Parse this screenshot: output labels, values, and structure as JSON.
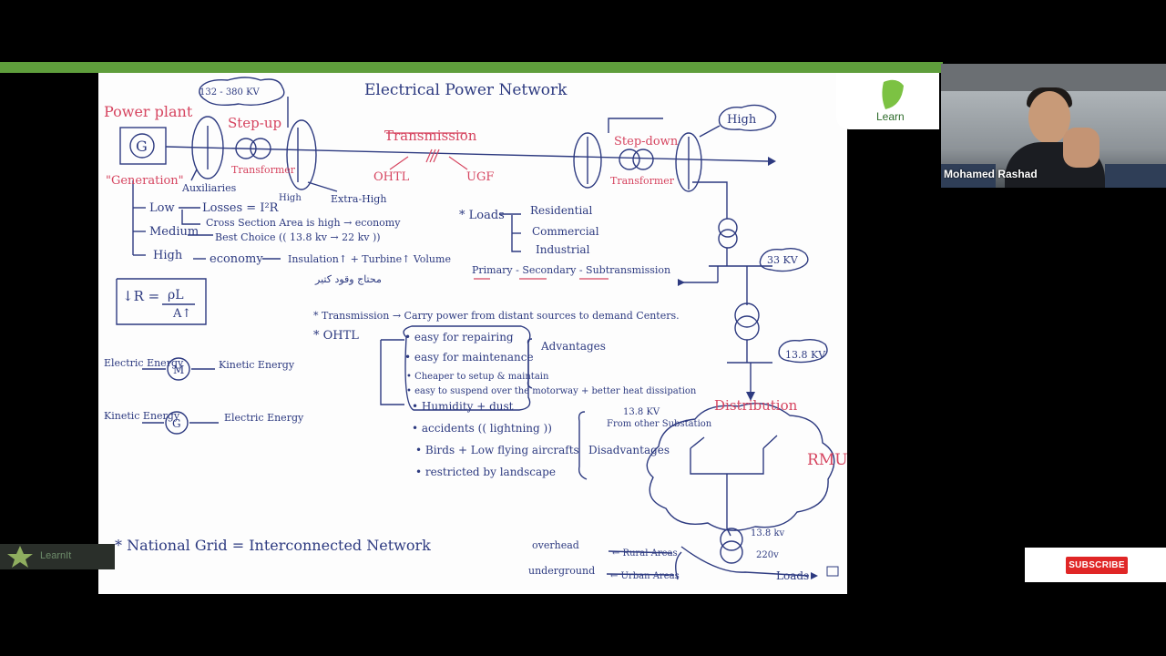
{
  "board": {
    "title": "Electrical Power Network",
    "power_plant": "Power plant",
    "generator": "G",
    "generation": "\"Generation\"",
    "auxiliaries": "Auxiliaries",
    "step_up": "Step-up",
    "step_up_transformer": "Transformer",
    "kv_132_380": "132 - 380 KV",
    "high_small": "High",
    "extra_high": "Extra-High",
    "transmission": "Transmission",
    "ohtl": "OHTL",
    "ugf": "UGF",
    "step_down": "Step-down",
    "step_down_transformer": "Transformer",
    "high_bubble": "High",
    "voltage_low": "Low",
    "voltage_medium": "Medium",
    "voltage_high": "High",
    "losses": "Losses = I²R",
    "cross_section": "Cross Section Area is high → economy",
    "best_choice": "Best Choice (( 13.8 kv → 22 kv ))",
    "economy": "economy",
    "insulation": "Insulation↑ + Turbine↑ Volume",
    "arabic_note": "محتاج وقود كتير",
    "resistance_formula_left": "↓R =",
    "resistance_formula_num": "ρL",
    "resistance_formula_den": "A↑",
    "loads_title": "* Loads",
    "loads_residential": "Residential",
    "loads_commercial": "Commercial",
    "loads_industrial": "Industrial",
    "primary_secondary": "Primary - Secondary - Subtransmission",
    "kv_33": "33 KV",
    "kv_13_8": "13.8 KV",
    "transmission_def": "* Transmission → Carry power from distant sources to demand Centers.",
    "ohtl_star": "* OHTL",
    "adv_1": "• easy for repairing",
    "adv_2": "• easy for maintenance",
    "adv_3": "• Cheaper to setup & maintain",
    "adv_4": "• easy to suspend over the motorway + better heat dissipation",
    "advantages": "Advantages",
    "dis_1": "• Humidity + dust",
    "dis_2": "• accidents (( lightning ))",
    "dis_3": "• Birds + Low flying aircrafts",
    "dis_4": "• restricted by landscape",
    "disadvantages": "Disadvantages",
    "motor_left": "Electric Energy",
    "motor_symbol": "M",
    "motor_right": "Kinetic Energy",
    "gen_left": "Kinetic Energy",
    "gen_symbol": "G",
    "gen_right": "Electric Energy",
    "distribution": "Distribution",
    "from_other_kv": "13.8 KV",
    "from_other": "From other Substation",
    "rmu": "RMU",
    "kv_13_8_low": "13.8 kv",
    "v_220": "220v",
    "loads_end": "Loads",
    "national_grid": "* National Grid = Interconnected Network",
    "overhead": "overhead",
    "underground": "underground",
    "rural": "← Rural Areas",
    "urban": "← Urban Areas"
  },
  "overlay": {
    "presenter_name": "Mohamed Rashad",
    "logo_text": "Learn",
    "learnit_text": "LearnIt",
    "subscribe_label": "SUBSCRIBE"
  },
  "colors": {
    "ink": "#2d3a80",
    "red": "#d64560",
    "bar": "#5f9e3c"
  }
}
